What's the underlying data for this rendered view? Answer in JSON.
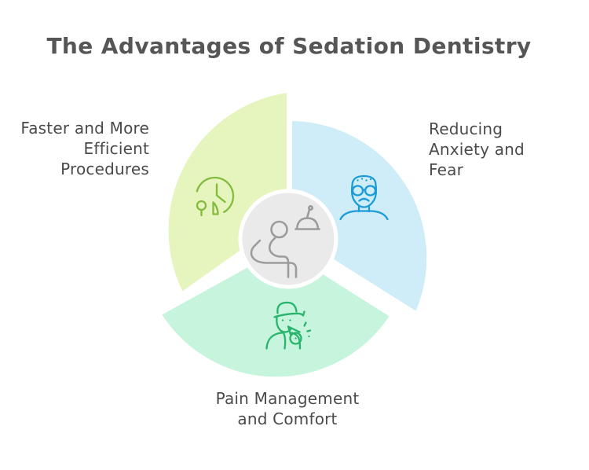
{
  "title": "The Advantages of Sedation Dentistry",
  "background": "#ffffff",
  "title_color": "#565656",
  "text_color": "#4a4a4a",
  "center": {
    "fill": "#ebeaea",
    "ring": "#ffffff",
    "icon": "dental-chair-icon",
    "icon_color": "#9c9c9c"
  },
  "segments": [
    {
      "id": "faster-procedures",
      "label": "Faster and More\nEfficient\nProcedures",
      "fill": "#e6f4be",
      "icon": "clock-icon",
      "icon_color": "#83bb3e"
    },
    {
      "id": "reducing-anxiety",
      "label": "Reducing\nAnxiety and\nFear",
      "fill": "#ceedf8",
      "icon": "anxious-patient-icon",
      "icon_color": "#1b9cd6"
    },
    {
      "id": "pain-management",
      "label": "Pain Management\nand Comfort",
      "fill": "#c6f4dc",
      "icon": "whistle-coach-icon",
      "icon_color": "#28b46d"
    }
  ]
}
